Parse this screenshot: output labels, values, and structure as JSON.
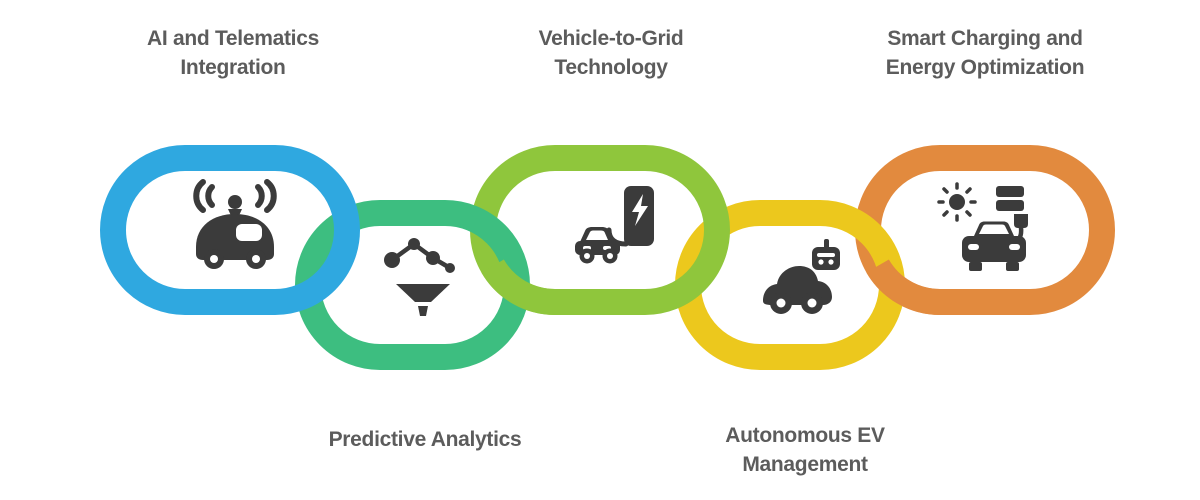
{
  "diagram": {
    "type": "interlocking-chain-infographic",
    "background": "#FFFFFF"
  },
  "colors": {
    "icon": "#3B3B3B",
    "label_text": "#5C5C5C",
    "background": "#FFFFFF"
  },
  "links": [
    {
      "name": "ai-telematics-integration",
      "label_line1": "AI and Telematics",
      "label_line2": "Integration",
      "label_position": "top",
      "color": "#2FA8E0",
      "icon": "telematics-car-icon"
    },
    {
      "name": "predictive-analytics",
      "label_line1": "Predictive Analytics",
      "label_line2": "",
      "label_position": "bottom",
      "color": "#3DBE80",
      "icon": "network-funnel-icon"
    },
    {
      "name": "vehicle-to-grid-technology",
      "label_line1": "Vehicle-to-Grid",
      "label_line2": "Technology",
      "label_position": "top",
      "color": "#8FC63C",
      "icon": "ev-charging-station-icon"
    },
    {
      "name": "autonomous-ev-management",
      "label_line1": "Autonomous EV",
      "label_line2": "Management",
      "label_position": "bottom",
      "color": "#ECC81D",
      "icon": "car-remote-icon"
    },
    {
      "name": "smart-charging-energy-optimization",
      "label_line1": "Smart Charging and",
      "label_line2": "Energy Optimization",
      "label_position": "top",
      "color": "#E28A3E",
      "icon": "car-sun-charger-icon"
    }
  ]
}
